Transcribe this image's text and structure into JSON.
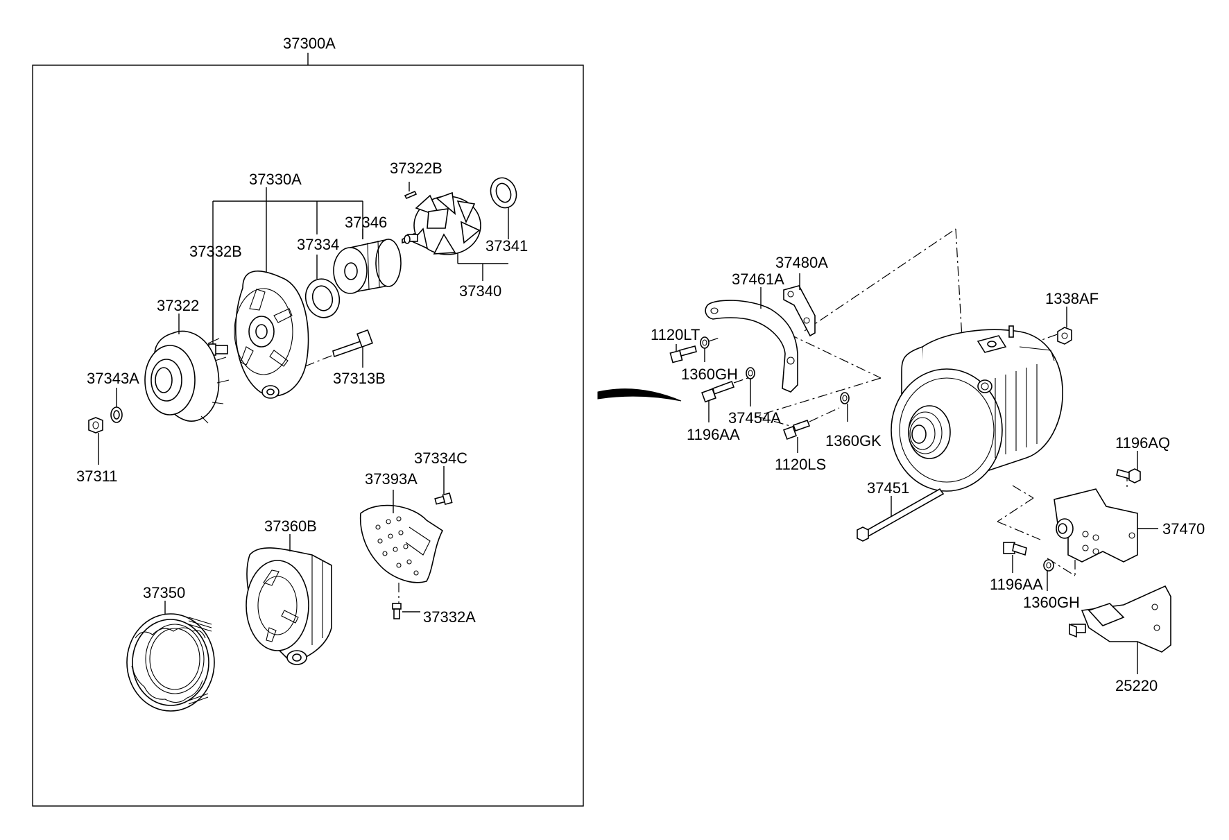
{
  "parts": {
    "p37300A": "37300A",
    "p37330A": "37330A",
    "p37322B": "37322B",
    "p37346": "37346",
    "p37332B": "37332B",
    "p37334": "37334",
    "p37341": "37341",
    "p37340": "37340",
    "p37322": "37322",
    "p37343A": "37343A",
    "p37313B": "37313B",
    "p37311": "37311",
    "p37334C": "37334C",
    "p37393A": "37393A",
    "p37360B": "37360B",
    "p37350": "37350",
    "p37332A": "37332A",
    "p37480A": "37480A",
    "p37461A": "37461A",
    "p1120LT": "1120LT",
    "p1338AF": "1338AF",
    "p1360GH_top": "1360GH",
    "p37454A": "37454A",
    "p1196AA_left": "1196AA",
    "p1360GK": "1360GK",
    "p1120LS": "1120LS",
    "p1196AQ": "1196AQ",
    "p37451": "37451",
    "p37470": "37470",
    "p1196AA_bottom": "1196AA",
    "p1360GH_bottom": "1360GH",
    "p25220": "25220"
  }
}
